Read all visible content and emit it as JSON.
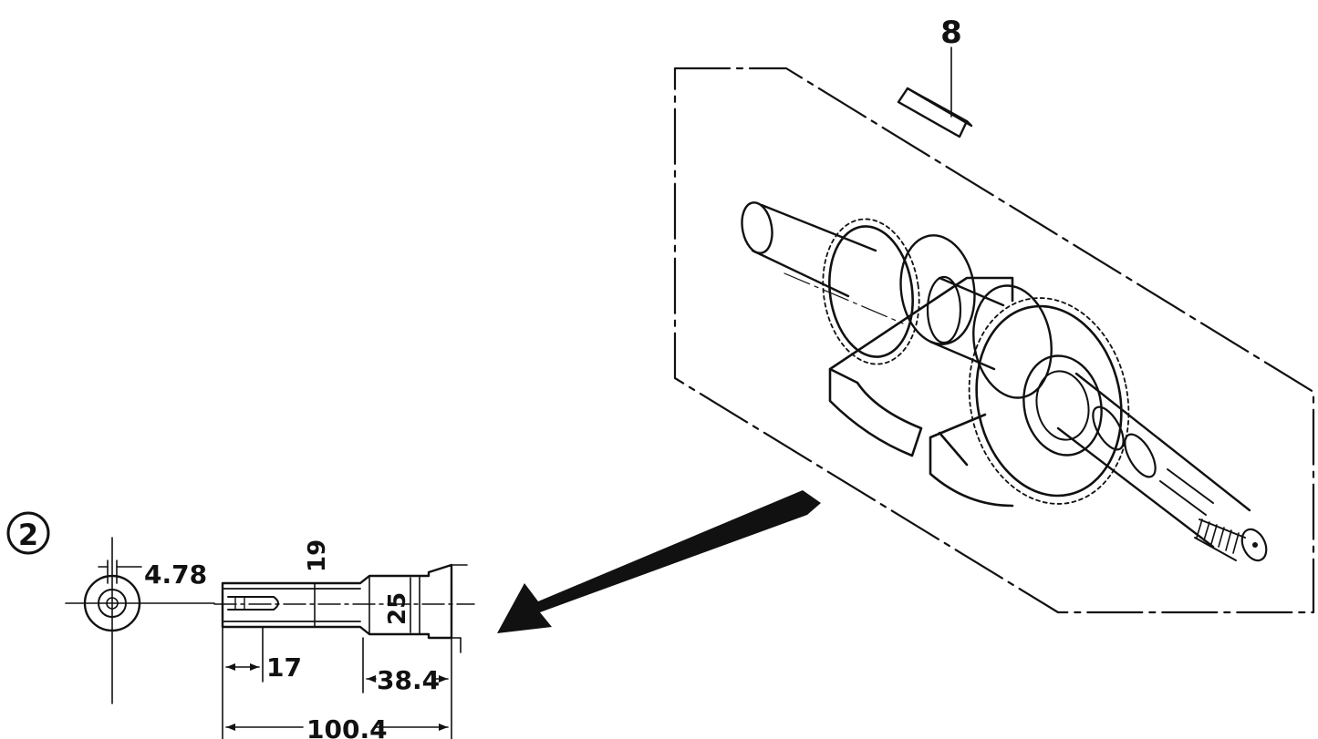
{
  "diagram": {
    "part_number_key": "8",
    "detail_callout": "2",
    "dimensions": {
      "keyway_width": "4.78",
      "shaft_diameter_small": "19",
      "shaft_diameter_large": "25",
      "keyway_length": "17",
      "shoulder_length": "38.4",
      "overall_length": "100.4"
    }
  },
  "colors": {
    "ink": "#111111",
    "background": "#ffffff"
  }
}
